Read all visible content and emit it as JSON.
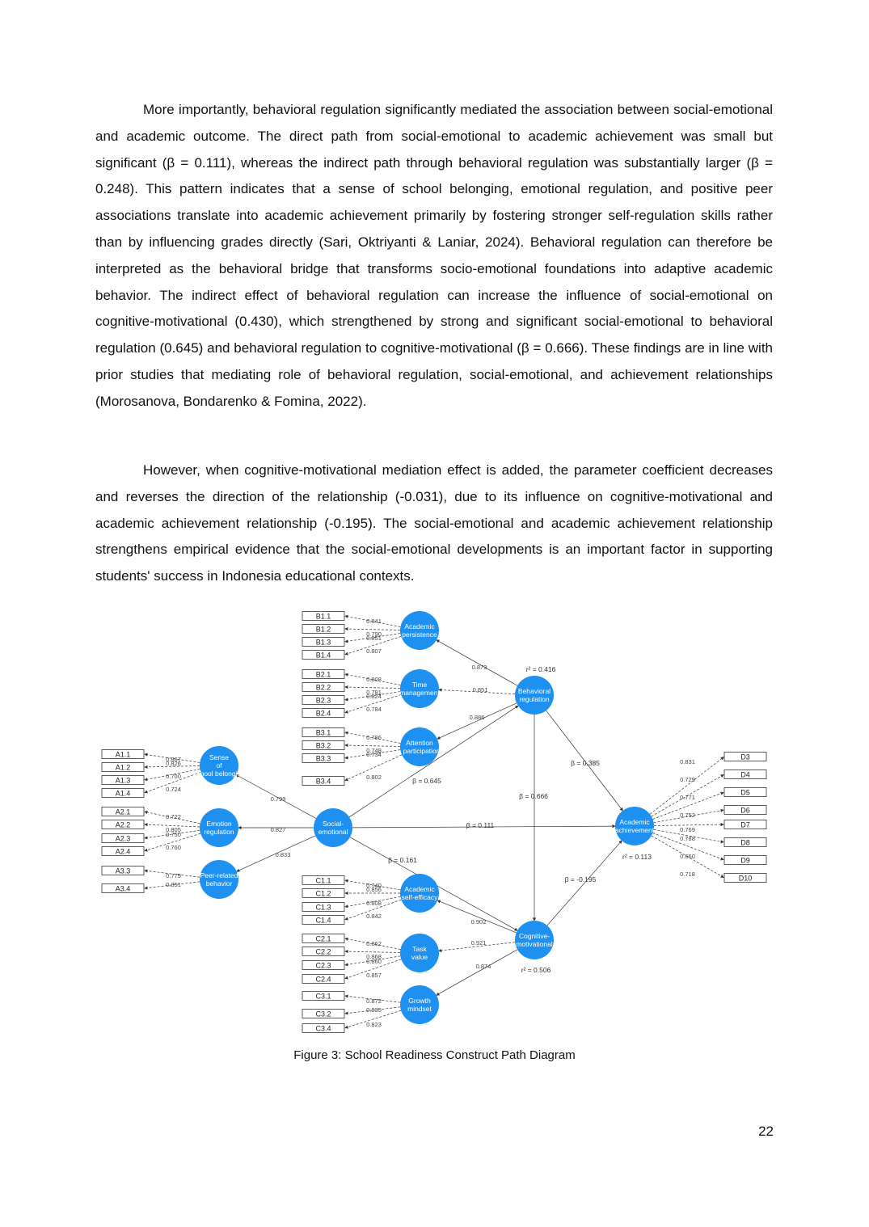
{
  "paragraphs": [
    "More importantly, behavioral regulation significantly mediated the association between social-emotional and academic outcome. The direct path from social-emotional to academic achievement was small but significant (β = 0.111), whereas the indirect path through behavioral regulation was substantially larger (β = 0.248). This pattern indicates that a sense of school belonging, emotional regulation, and positive peer associations translate into academic achievement primarily by fostering stronger self-regulation skills rather than by influencing grades directly (Sari, Oktriyanti & Laniar, 2024). Behavioral regulation can therefore be interpreted as the behavioral bridge that transforms socio-emotional foundations into adaptive academic behavior. The indirect effect of behavioral regulation can increase the influence of social-emotional on cognitive-motivational (0.430), which strengthened by strong and significant social-emotional to behavioral regulation (0.645) and behavioral regulation to cognitive-motivational (β = 0.666). These findings are in line with prior studies that mediating role of behavioral regulation, social-emotional, and achievement relationships (Morosanova, Bondarenko & Fomina, 2022).",
    "However, when cognitive-motivational mediation effect is added, the parameter coefficient decreases and reverses the direction of the relationship (-0.031), due to its influence on cognitive-motivational and academic achievement relationship (-0.195). The social-emotional and academic achievement relationship strengthens empirical evidence that the social-emotional developments is an important factor in supporting students' success in Indonesia educational contexts."
  ],
  "figure": {
    "caption": "Figure 3: School Readiness Construct Path Diagram",
    "latent": {
      "academic_persistence": "Academic persistence",
      "time_management": "Time management",
      "attention_participation": "Attention - participation",
      "behavioral_regulation": "Behavioral regulation",
      "sense_of_school_belonging": "Sense of school belonging",
      "emotion_regulation": "Emotion regulation",
      "peer_related_behavior": "Peer-related behavior",
      "social_emotional": "Social-emotional",
      "academic_achievement": "Academic achievement",
      "academic_self_efficacy": "Academic self-efficacy",
      "task_value": "Task value",
      "growth_mindset": "Growth mindset",
      "cognitive_motivational": "Cognitive-motivational"
    },
    "indicators": {
      "B1": [
        "B1.1",
        "B1.2",
        "B1.3",
        "B1.4"
      ],
      "B2": [
        "B2.1",
        "B2.2",
        "B2.3",
        "B2.4"
      ],
      "B3": [
        "B3.1",
        "B3.2",
        "B3.3",
        "B3.4"
      ],
      "A1": [
        "A1.1",
        "A1.2",
        "A1.3",
        "A1.4"
      ],
      "A2": [
        "A2.1",
        "A2.2",
        "A2.3",
        "A2.4"
      ],
      "A3": [
        "A3.3",
        "A3.4"
      ],
      "C1": [
        "C1.1",
        "C1.2",
        "C1.3",
        "C1.4"
      ],
      "C2": [
        "C2.1",
        "C2.2",
        "C2.3",
        "C2.4"
      ],
      "C3": [
        "C3.1",
        "C3.2",
        "C3.4"
      ],
      "D": [
        "D3",
        "D4",
        "D5",
        "D6",
        "D7",
        "D8",
        "D9",
        "D10"
      ]
    },
    "loadings": {
      "B1": [
        "0.841",
        "0.790",
        "0.851",
        "0.807"
      ],
      "B2": [
        "0.808",
        "0.781",
        "0.824",
        "0.784"
      ],
      "B3": [
        "0.786",
        "0.748",
        "0.734",
        "0.802"
      ],
      "A1": [
        "0.867",
        "0.826",
        "0.700",
        "0.724"
      ],
      "A2": [
        "0.722",
        "0.805",
        "0.750",
        "0.760"
      ],
      "A3": [
        "0.775",
        "0.851"
      ],
      "C1": [
        "0.740",
        "0.856",
        "0.808",
        "0.842"
      ],
      "C2": [
        "0.862",
        "0.868",
        "0.860",
        "0.857"
      ],
      "C3": [
        "0.872",
        "0.835",
        "0.823"
      ],
      "D": [
        "0.831",
        "0.729",
        "0.771",
        "0.752",
        "0.769",
        "0.788",
        "0.660",
        "0.718"
      ]
    },
    "structural": {
      "br_to_persistence": "0.873",
      "br_to_time": "0.851",
      "br_to_attention": "0.886",
      "se_to_belonging": "0.799",
      "se_to_emotion": "0.827",
      "se_to_peer": "0.833",
      "cm_to_selfeff": "0.902",
      "cm_to_task": "0.921",
      "cm_to_growth": "0.874",
      "beta_se_br": "β = 0.645",
      "beta_br_cm": "β = 0.666",
      "beta_se_aa": "β = 0.111",
      "beta_se_cm": "β = 0.161",
      "beta_br_aa": "β = 0.385",
      "beta_cm_aa": "β = -0.195",
      "r2_br": "r² = 0.416",
      "r2_cm": "r² = 0.506",
      "r2_aa": "r² = 0.113"
    }
  },
  "page_number": "22"
}
